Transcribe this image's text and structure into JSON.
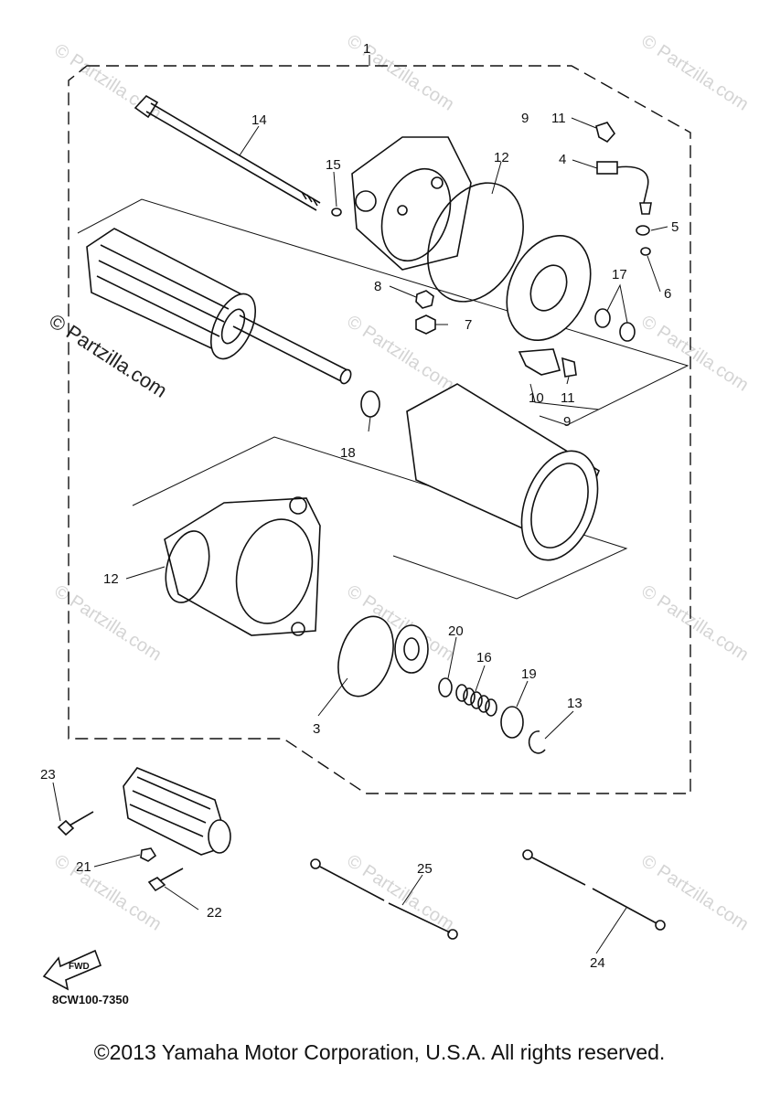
{
  "diagram": {
    "drawing_code": "8CW100-7350",
    "fwd_label": "FWD",
    "watermark_text": "Partzilla.com",
    "watermark_symbol": "©",
    "callouts": {
      "c1": "1",
      "c2": "12",
      "c3": "14",
      "c4": "15",
      "c5": "9",
      "c6": "11",
      "c7": "4",
      "c8": "5",
      "c9": "6",
      "c10": "8",
      "c11": "7",
      "c12": "17",
      "c13": "10",
      "c14": "11",
      "c15": "9",
      "c16": "18",
      "c17": "12",
      "c18": "3",
      "c19": "20",
      "c20": "16",
      "c21": "19",
      "c22": "13",
      "c23": "23",
      "c24": "21",
      "c25": "22",
      "c26": "25",
      "c27": "24"
    }
  },
  "footer": {
    "copyright": "©2013 Yamaha Motor Corporation, U.S.A. All rights reserved."
  }
}
